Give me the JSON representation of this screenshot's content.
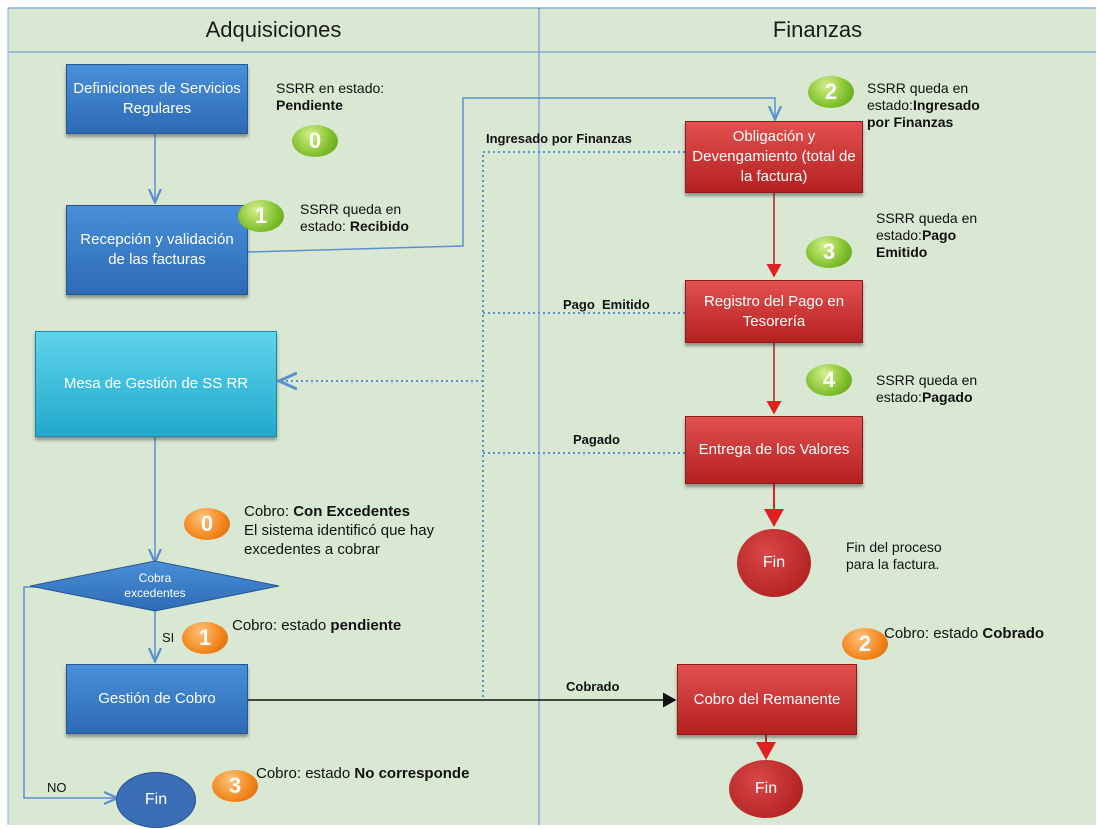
{
  "lanes": {
    "left_title": "Adquisiciones",
    "right_title": "Finanzas"
  },
  "nodes": {
    "definiciones": "Definiciones de Servicios Regulares",
    "recepcion": "Recepción y validación de las facturas",
    "mesa": "Mesa de Gestión de SS RR",
    "decision": "Cobra excedentes",
    "gestion_cobro": "Gestión de Cobro",
    "fin_left": "Fin",
    "obligacion": "Obligación y Devengamiento (total de la factura)",
    "registro": "Registro del Pago en Tesorería",
    "entrega": "Entrega de los Valores",
    "fin_right": "Fin",
    "cobro_remanente": "Cobro del Remanente",
    "fin_bottom": "Fin"
  },
  "badges": {
    "b0_green": "0",
    "b1_green": "1",
    "b2_green": "2",
    "b3_green": "3",
    "b4_green": "4",
    "b0_orange": "0",
    "b1_orange": "1",
    "b2_orange": "2",
    "b3_orange": "3"
  },
  "notes": {
    "n0_prefix": "SSRR en estado:",
    "n0_bold": "Pendiente",
    "n1_prefix": "SSRR queda en estado:",
    "n1_bold": "Recibido",
    "n2_prefix": "SSRR queda en estado:",
    "n2_bold": "Ingresado por Finanzas",
    "n3_prefix": "SSRR queda en estado:",
    "n3_bold": "Pago Emitido",
    "n4_prefix": "SSRR queda en estado:",
    "n4_bold": "Pagado",
    "fin_proceso": "Fin del proceso para la factura.",
    "cobro0_prefix": "Cobro:",
    "cobro0_bold": "Con Excedentes",
    "cobro0_rest": "El sistema identificó que hay excedentes a cobrar",
    "cobro1_prefix": "Cobro: estado",
    "cobro1_bold": "pendiente",
    "cobro2_prefix": "Cobro: estado",
    "cobro2_bold": "Cobrado",
    "cobro3_prefix": "Cobro: estado",
    "cobro3_bold": "No corresponde"
  },
  "edge_labels": {
    "ingresado": "Ingresado por Finanzas",
    "pago_emitido": "Pago  Emitido",
    "pagado": "Pagado",
    "cobrado": "Cobrado",
    "si": "SI",
    "no": "NO"
  },
  "colors": {
    "lane_bg": "#d9e8d2",
    "blue_box": "#2d6bb5",
    "cyan_box": "#22a9cc",
    "red_box": "#b52020",
    "connector_blue": "#5b8fd0",
    "connector_red": "#b02020"
  }
}
